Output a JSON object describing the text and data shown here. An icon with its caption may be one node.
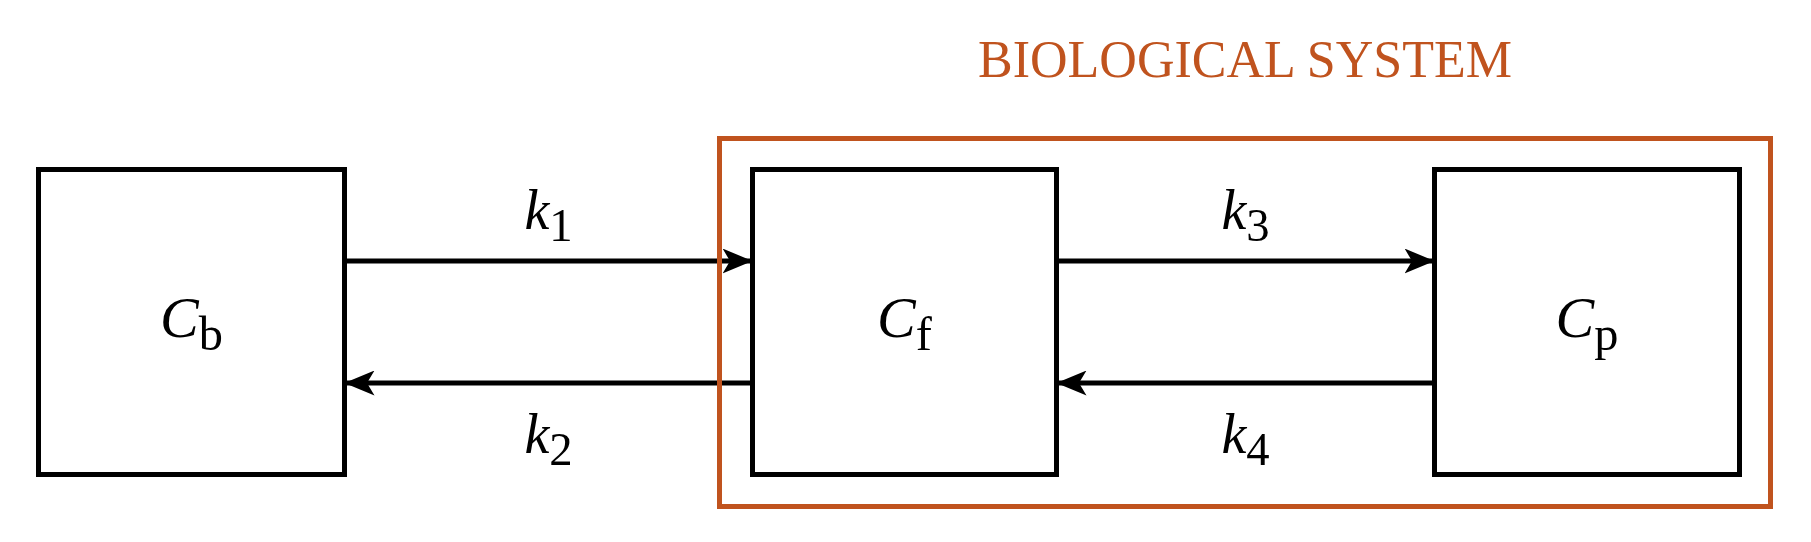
{
  "diagram": {
    "nodes": [
      {
        "text": [
          "C$_{b}$"
        ]
      },
      {
        "text": [
          "BIOLOGICAL SYSTEM"
        ]
      },
      {
        "text": [
          "C$_{f}$"
        ],
        "in": 1
      },
      {
        "text": [
          "C$_{p}$"
        ],
        "in": 1
      }
    ],
    "edges": [
      {
        "from": 0,
        "to": 2,
        "arrow": "to",
        "label": "*k*$_{1}$"
      },
      {
        "from": 2,
        "to": 0,
        "arrow": "to",
        "label": "*k*$_{2}$"
      },
      {
        "from": 2,
        "to": 3,
        "arrow": "to",
        "label": "*k*$_{3}$"
      },
      {
        "from": 3,
        "to": 2,
        "arrow": "to",
        "label": "*k*$_{4}$"
      }
    ]
  }
}
